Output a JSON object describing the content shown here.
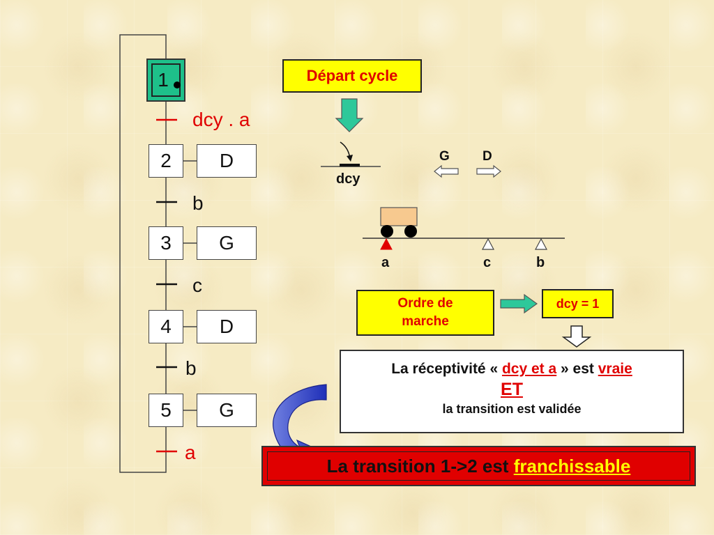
{
  "grafcet": {
    "steps": [
      {
        "id": "step-1",
        "label": "1",
        "initial": true,
        "active": true
      },
      {
        "id": "step-2",
        "label": "2",
        "action": "D"
      },
      {
        "id": "step-3",
        "label": "3",
        "action": "G"
      },
      {
        "id": "step-4",
        "label": "4",
        "action": "D"
      },
      {
        "id": "step-5",
        "label": "5",
        "action": "G"
      }
    ],
    "transitions": [
      {
        "id": "t1",
        "label": "dcy . a",
        "color": "#e00000"
      },
      {
        "id": "t2",
        "label": "b",
        "color": "#111111"
      },
      {
        "id": "t3",
        "label": "c",
        "color": "#111111"
      },
      {
        "id": "t4",
        "label": "b",
        "color": "#111111"
      },
      {
        "id": "t5",
        "label": "a",
        "color": "#e00000"
      }
    ]
  },
  "depart_cycle": "Départ cycle",
  "button_label": "dcy",
  "directions": {
    "left": "G",
    "right": "D"
  },
  "sensors": {
    "a": "a",
    "c": "c",
    "b": "b"
  },
  "ordre_de_marche": "Ordre de marche",
  "dcy_value": "dcy = 1",
  "receptivite": {
    "prefix": "La réceptivité « ",
    "highlight": "dcy et a",
    "middle": " » est ",
    "verdict": "vraie",
    "and": "ET",
    "line2": "la transition est validée"
  },
  "conclusion": {
    "prefix": "La transition 1->2 est ",
    "highlight": "franchissable"
  },
  "colors": {
    "active_step": "#1ec08a",
    "red": "#e00000",
    "yellow": "#ffff00",
    "arrow_green": "#2ec89a",
    "curved_arrow": "#3340cc",
    "cart": "#f7c98f"
  }
}
